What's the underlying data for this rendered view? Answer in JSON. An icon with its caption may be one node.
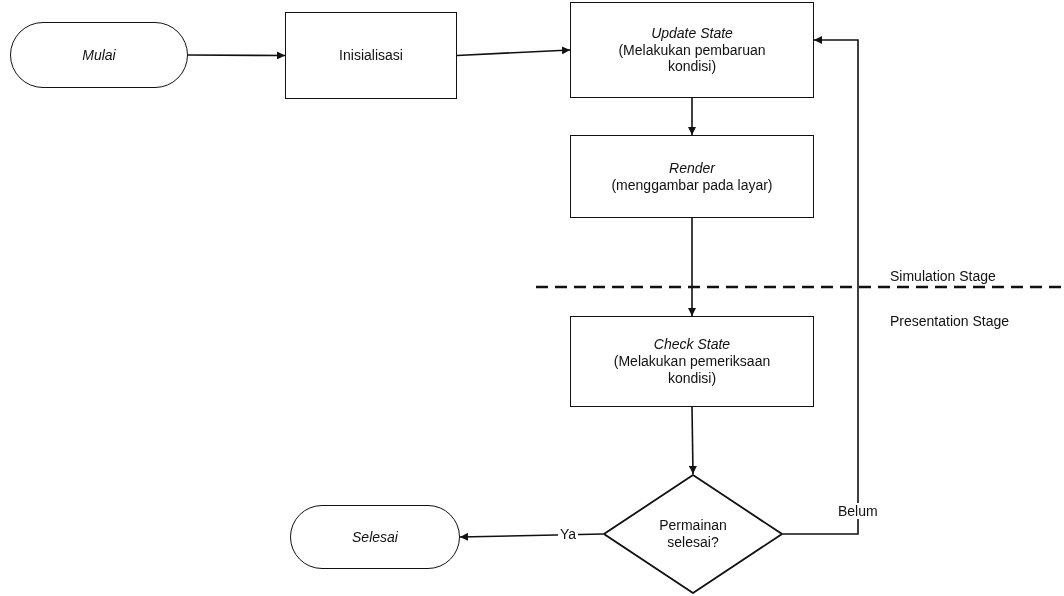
{
  "diagram": {
    "nodes": [
      {
        "text": [
          "Mulai"
        ]
      },
      {
        "text": [
          "Inisialisasi"
        ]
      },
      {
        "text": [
          "Update State",
          "(Melakukan pembaruan kondisi)"
        ]
      },
      {
        "text": [
          "Render",
          "(menggambar pada layar)"
        ]
      },
      {
        "text": [
          "Check State",
          "(Melakukan pemeriksaan kondisi)"
        ]
      },
      {
        "text": [
          "Selesai"
        ]
      },
      {
        "text": [
          "Permainan selesai?"
        ]
      }
    ],
    "edges": [
      {
        "from": 0,
        "to": 1,
        "arrow": "to"
      },
      {
        "from": 1,
        "to": 2,
        "arrow": "to"
      },
      {
        "from": 2,
        "to": 3,
        "arrow": "to"
      },
      {
        "from": 3,
        "to": 4,
        "arrow": "to"
      },
      {
        "from": 4,
        "to": 6,
        "arrow": "to"
      },
      {
        "from": 6,
        "to": 5,
        "arrow": "to",
        "label": "Ya"
      },
      {
        "from": 6,
        "to": 2,
        "arrow": "to",
        "label": "Belum"
      }
    ],
    "labels": [
      "Simulation Stage",
      "Presentation Stage"
    ]
  }
}
